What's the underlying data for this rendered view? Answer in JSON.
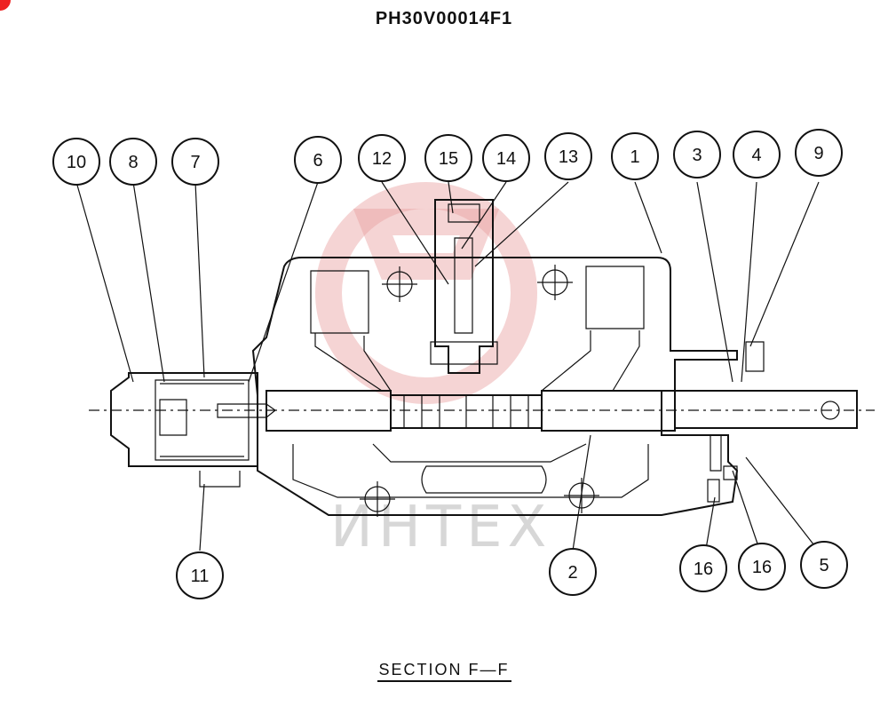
{
  "header": {
    "drawing_number": "PH30V00014F1"
  },
  "footer": {
    "section_label": "SECTION  F—F"
  },
  "watermark": {
    "text": "ИНТЕХ",
    "color": "#e8a0a0"
  },
  "callouts": [
    {
      "id": "c10",
      "label": "10"
    },
    {
      "id": "c8",
      "label": "8"
    },
    {
      "id": "c7",
      "label": "7"
    },
    {
      "id": "c6",
      "label": "6"
    },
    {
      "id": "c12",
      "label": "12"
    },
    {
      "id": "c15",
      "label": "15"
    },
    {
      "id": "c14",
      "label": "14"
    },
    {
      "id": "c13",
      "label": "13"
    },
    {
      "id": "c1",
      "label": "1"
    },
    {
      "id": "c3",
      "label": "3"
    },
    {
      "id": "c4",
      "label": "4"
    },
    {
      "id": "c9",
      "label": "9"
    },
    {
      "id": "c11",
      "label": "11"
    },
    {
      "id": "c2",
      "label": "2"
    },
    {
      "id": "c16a",
      "label": "16"
    },
    {
      "id": "c16b",
      "label": "16"
    },
    {
      "id": "c5",
      "label": "5"
    }
  ]
}
